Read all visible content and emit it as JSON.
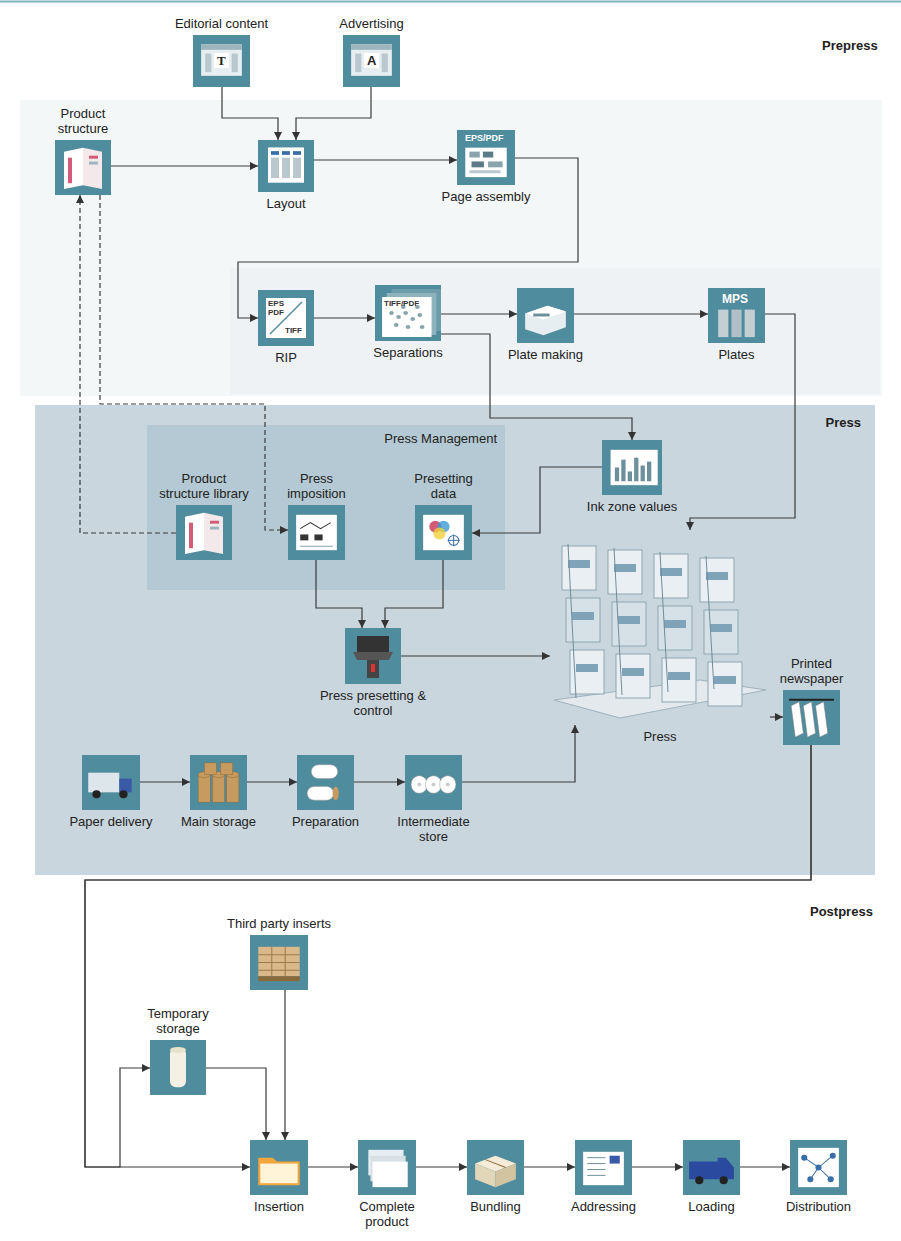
{
  "diagram": {
    "nodes": [
      {
        "text": [
          "Editorial content"
        ]
      },
      {
        "text": [
          "Advertising"
        ]
      },
      {
        "text": [
          "Product structure"
        ]
      },
      {
        "text": [
          "Layout"
        ]
      },
      {
        "text": [
          "Page assembly"
        ]
      },
      {
        "text": [
          "RIP"
        ]
      },
      {
        "text": [
          "Separations"
        ]
      },
      {
        "text": [
          "Plate making"
        ]
      },
      {
        "text": [
          "Plates"
        ]
      },
      {
        "text": [
          "Press"
        ]
      },
      {
        "text": [
          "Press Management"
        ],
        "in": 9
      },
      {
        "text": [
          "Product structure library"
        ],
        "in": 10
      },
      {
        "text": [
          "Press imposition"
        ],
        "in": 10
      },
      {
        "text": [
          "Presetting data"
        ],
        "in": 10
      },
      {
        "text": [
          "Ink zone values"
        ],
        "in": 9
      },
      {
        "text": [
          "Press presetting & control"
        ],
        "in": 9
      },
      {
        "text": [
          "Press"
        ],
        "in": 9
      },
      {
        "text": [
          "Printed newspaper"
        ],
        "in": 9
      },
      {
        "text": [
          "Paper delivery"
        ],
        "in": 9
      },
      {
        "text": [
          "Main storage"
        ],
        "in": 9
      },
      {
        "text": [
          "Preparation"
        ],
        "in": 9
      },
      {
        "text": [
          "Intermediate store"
        ],
        "in": 9
      },
      {
        "text": [
          "Third party inserts"
        ]
      },
      {
        "text": [
          "Temporary storage"
        ]
      },
      {
        "text": [
          "Insertion"
        ]
      },
      {
        "text": [
          "Complete product"
        ]
      },
      {
        "text": [
          "Bundling"
        ]
      },
      {
        "text": [
          "Addressing"
        ]
      },
      {
        "text": [
          "Loading"
        ]
      },
      {
        "text": [
          "Distribution"
        ]
      }
    ],
    "edges": [
      {
        "from": 0,
        "to": 3,
        "arrow": "to"
      },
      {
        "from": 1,
        "to": 3,
        "arrow": "to"
      },
      {
        "from": 2,
        "to": 3,
        "arrow": "to"
      },
      {
        "from": 3,
        "to": 4,
        "arrow": "to"
      },
      {
        "from": 4,
        "to": 5,
        "arrow": "to"
      },
      {
        "from": 5,
        "to": 6,
        "arrow": "to"
      },
      {
        "from": 6,
        "to": 7,
        "arrow": "to"
      },
      {
        "from": 7,
        "to": 8,
        "arrow": "to"
      },
      {
        "from": 8,
        "to": 16,
        "arrow": "to"
      },
      {
        "from": 6,
        "to": 14,
        "arrow": "to"
      },
      {
        "from": 14,
        "to": 13,
        "arrow": "to"
      },
      {
        "from": 11,
        "to": 2,
        "arrow": "to"
      },
      {
        "from": 2,
        "to": 12,
        "arrow": "to"
      },
      {
        "from": 12,
        "to": 15,
        "arrow": "to"
      },
      {
        "from": 13,
        "to": 15,
        "arrow": "to"
      },
      {
        "from": 15,
        "to": 16,
        "arrow": "to"
      },
      {
        "from": 16,
        "to": 17,
        "arrow": "to"
      },
      {
        "from": 18,
        "to": 19,
        "arrow": "to"
      },
      {
        "from": 19,
        "to": 20,
        "arrow": "to"
      },
      {
        "from": 20,
        "to": 21,
        "arrow": "to"
      },
      {
        "from": 21,
        "to": 16,
        "arrow": "to"
      },
      {
        "from": 17,
        "to": 24,
        "arrow": "to"
      },
      {
        "from": 17,
        "to": 23,
        "arrow": "to"
      },
      {
        "from": 23,
        "to": 24,
        "arrow": "to"
      },
      {
        "from": 22,
        "to": 24,
        "arrow": "to"
      },
      {
        "from": 24,
        "to": 25,
        "arrow": "to"
      },
      {
        "from": 25,
        "to": 26,
        "arrow": "to"
      },
      {
        "from": 26,
        "to": 27,
        "arrow": "to"
      },
      {
        "from": 27,
        "to": 28,
        "arrow": "to"
      },
      {
        "from": 28,
        "to": 29,
        "arrow": "to"
      }
    ],
    "labels": [
      "Prepress",
      "Postpress",
      "T",
      "A",
      "EPS/PDF",
      "EPS",
      "PDF",
      "TIFF",
      "TIFF/PDF",
      "MPS"
    ]
  }
}
